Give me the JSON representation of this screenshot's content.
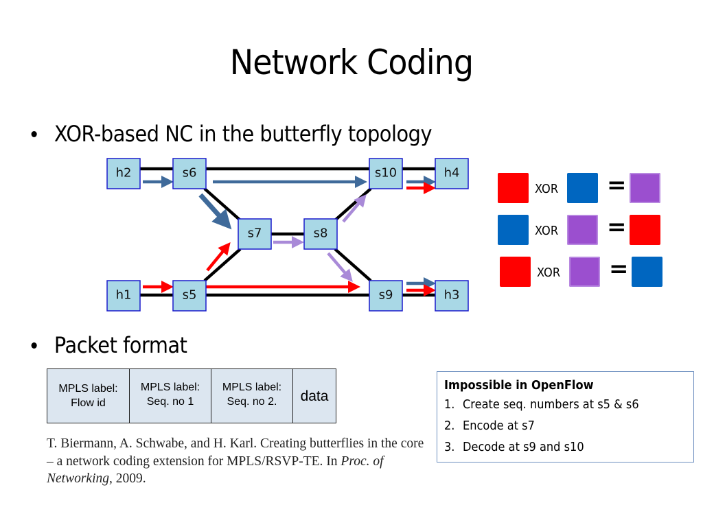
{
  "slide": {
    "title": "Network Coding",
    "bullets": [
      {
        "text": "XOR-based NC in the butterfly topology"
      },
      {
        "text": "Packet format"
      }
    ]
  },
  "topology": {
    "nodes": [
      {
        "id": "h2",
        "label": "h2"
      },
      {
        "id": "s6",
        "label": "s6"
      },
      {
        "id": "s10",
        "label": "s10"
      },
      {
        "id": "h4",
        "label": "h4"
      },
      {
        "id": "s7",
        "label": "s7"
      },
      {
        "id": "s8",
        "label": "s8"
      },
      {
        "id": "h1",
        "label": "h1"
      },
      {
        "id": "s5",
        "label": "s5"
      },
      {
        "id": "s9",
        "label": "s9"
      },
      {
        "id": "h3",
        "label": "h3"
      }
    ],
    "links": [
      [
        "h2",
        "s6"
      ],
      [
        "s6",
        "s10"
      ],
      [
        "s10",
        "h4"
      ],
      [
        "s6",
        "s7"
      ],
      [
        "s7",
        "s8"
      ],
      [
        "s8",
        "s10"
      ],
      [
        "s8",
        "s9"
      ],
      [
        "h1",
        "s5"
      ],
      [
        "s5",
        "s9"
      ],
      [
        "s9",
        "h3"
      ],
      [
        "s5",
        "s7"
      ]
    ],
    "flows": [
      {
        "from": "h2",
        "to": "s6",
        "color": "blue"
      },
      {
        "from": "s6",
        "to": "s10",
        "color": "blue"
      },
      {
        "from": "s6",
        "to": "s7",
        "color": "blue"
      },
      {
        "from": "s10",
        "to": "h4",
        "color": "blue"
      },
      {
        "from": "s10",
        "to": "h4",
        "color": "red"
      },
      {
        "from": "h1",
        "to": "s5",
        "color": "red"
      },
      {
        "from": "s5",
        "to": "s9",
        "color": "red"
      },
      {
        "from": "s5",
        "to": "s7",
        "color": "red"
      },
      {
        "from": "s9",
        "to": "h3",
        "color": "blue"
      },
      {
        "from": "s9",
        "to": "h3",
        "color": "red"
      },
      {
        "from": "s7",
        "to": "s8",
        "color": "purple"
      },
      {
        "from": "s8",
        "to": "s10",
        "color": "purple"
      },
      {
        "from": "s8",
        "to": "s9",
        "color": "purple"
      }
    ],
    "colors": {
      "red": "#ff0000",
      "blue": "#3f6a9a",
      "purple": "#a98ad8",
      "node_fill": "#a9d8e6",
      "node_border": "#1a1acc"
    }
  },
  "xor_table": {
    "operator": "XOR",
    "equals": "=",
    "rows": [
      {
        "a": "red",
        "b": "blue",
        "result": "purple"
      },
      {
        "a": "blue",
        "b": "purple",
        "result": "red"
      },
      {
        "a": "red",
        "b": "purple",
        "result": "blue"
      }
    ]
  },
  "packet_format": {
    "fields": [
      {
        "line1": "MPLS label:",
        "line2": "Flow id"
      },
      {
        "line1": "MPLS label:",
        "line2": "Seq. no 1"
      },
      {
        "line1": "MPLS label:",
        "line2": "Seq. no 2."
      },
      {
        "line1": "data",
        "line2": ""
      }
    ]
  },
  "citation": {
    "part1": "T. Biermann, A. Schwabe, and H. Karl. Creating butterflies in the core – a network coding extension for MPLS/RSVP-TE. In ",
    "venue": "Proc. of Networking",
    "part2": ", 2009."
  },
  "note": {
    "heading": "Impossible in OpenFlow",
    "items": [
      {
        "num": "1.",
        "text": "Create seq. numbers at s5 & s6"
      },
      {
        "num": "2.",
        "text": "Encode at s7"
      },
      {
        "num": "3.",
        "text": "Decode at s9 and s10"
      }
    ]
  }
}
